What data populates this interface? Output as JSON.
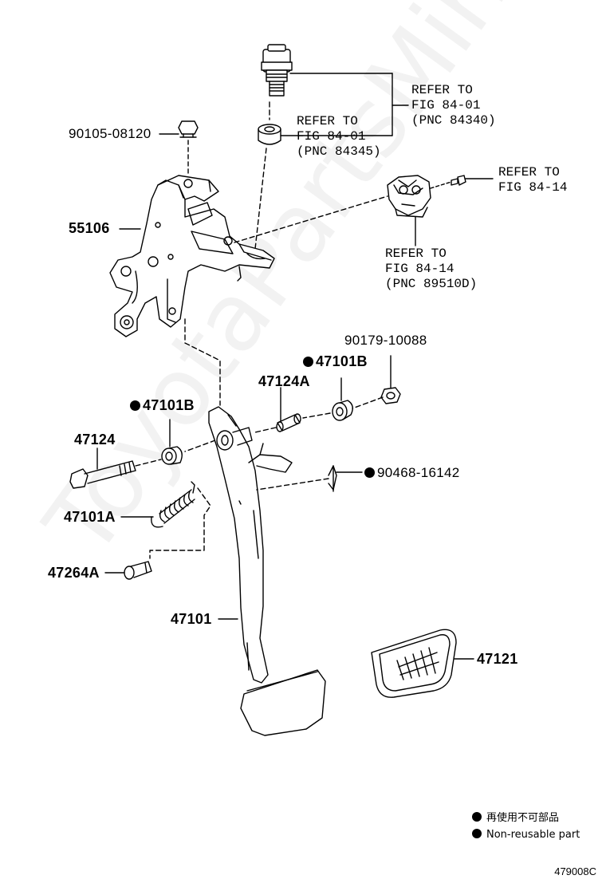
{
  "watermark": "ToyotaPartsMine.ru",
  "parts": {
    "bolt_90105": "90105-08120",
    "bracket_55106": "55106",
    "bushing_47101b_upper": "47101B",
    "collar_47124a": "47124A",
    "nut_90179": "90179-10088",
    "bushing_47101b_left": "47101B",
    "bolt_47124": "47124",
    "clip_90468": "90468-16142",
    "spring_47101a": "47101A",
    "pin_47264a": "47264A",
    "pedal_47101": "47101",
    "pad_47121": "47121"
  },
  "references": {
    "switch_84340": [
      "REFER TO",
      "FIG 84-01",
      "(PNC 84340)"
    ],
    "cushion_84345": [
      "REFER TO",
      "FIG 84-01",
      "(PNC 84345)"
    ],
    "bolt_84_14": [
      "REFER TO",
      "FIG 84-14"
    ],
    "sensor_89510d": [
      "REFER TO",
      "FIG 84-14",
      "(PNC 89510D)"
    ]
  },
  "legend": {
    "japanese": "再使用不可部品",
    "english": "Non-reusable part"
  },
  "figure_code": "479008C"
}
